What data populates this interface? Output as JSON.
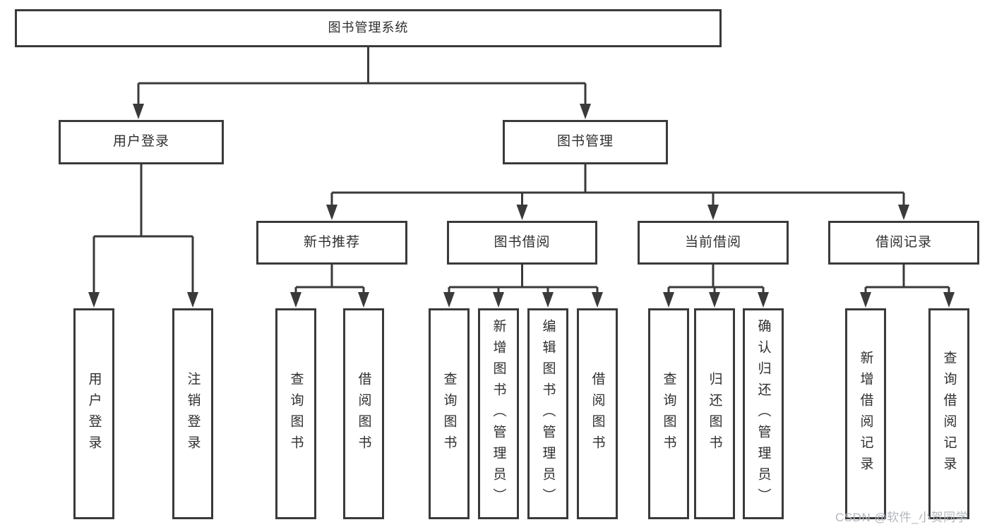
{
  "diagram": {
    "title": "图书管理系统",
    "colors": {
      "line": "#3a3a3a",
      "text": "#2f2f2f",
      "watermark": "#b3b7be",
      "background": "#ffffff"
    },
    "nodes": {
      "root": "图书管理系统",
      "user_login": "用户登录",
      "book_mgmt": "图书管理",
      "new_books": "新书推荐",
      "book_borrow": "图书借阅",
      "current_borrow": "当前借阅",
      "borrow_records": "借阅记录",
      "leaf_user_login": "用户登录",
      "leaf_logout": "注销登录",
      "leaf_nb_query": "查询图书",
      "leaf_nb_borrow": "借阅图书",
      "leaf_bb_query": "查询图书",
      "leaf_bb_add": "新增图书（管理员）",
      "leaf_bb_edit": "编辑图书（管理员）",
      "leaf_bb_borrow": "借阅图书",
      "leaf_cb_query": "查询图书",
      "leaf_cb_return": "归还图书",
      "leaf_cb_confirm": "确认归还（管理员）",
      "leaf_br_add": "新增借阅记录",
      "leaf_br_query": "查询借阅记录"
    },
    "watermark": "CSDN @软件_小贺同学"
  }
}
